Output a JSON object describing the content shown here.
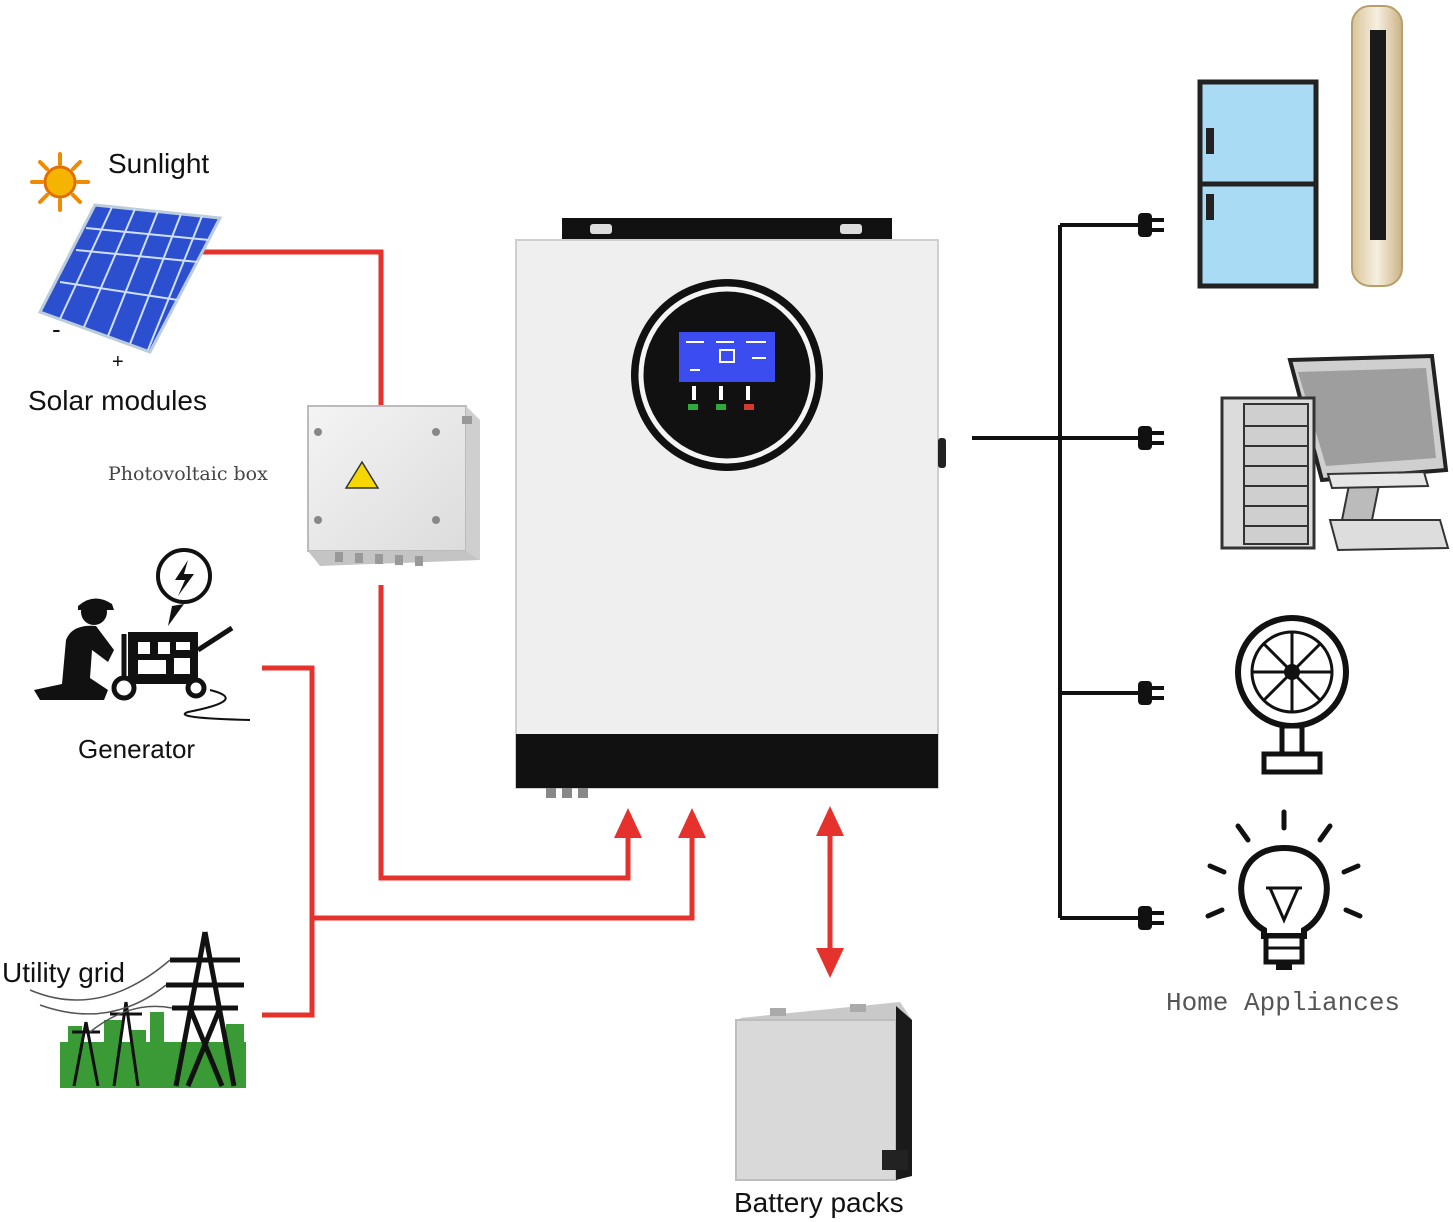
{
  "labels": {
    "sunlight": "Sunlight",
    "solar_modules": "Solar modules",
    "minus": "-",
    "plus": "+",
    "photovoltaic_box": "Photovoltaic box",
    "generator": "Generator",
    "utility_grid": "Utility grid",
    "battery_packs": "Battery packs",
    "home_appliances": "Home Appliances"
  },
  "colors": {
    "dc_line": "#e5322d",
    "ac_line": "#111111",
    "inverter_body": "#efefef",
    "inverter_band": "#111111",
    "lcd": "#3b4cf0",
    "fridge": "#a9dbf5",
    "grass": "#3a9a35",
    "sun": "#f5b400"
  },
  "icons": {
    "sun": "sun-icon",
    "solar_panel": "solar-panel-icon",
    "pv_box": "combiner-box-icon",
    "generator": "generator-worker-icon",
    "grid": "power-tower-icon",
    "inverter": "inverter-icon",
    "battery": "battery-icon",
    "fridge": "refrigerator-icon",
    "ac": "tower-air-conditioner-icon",
    "computer": "desktop-computer-icon",
    "fan": "fan-icon",
    "bulb": "light-bulb-icon",
    "plug": "plug-icon"
  }
}
